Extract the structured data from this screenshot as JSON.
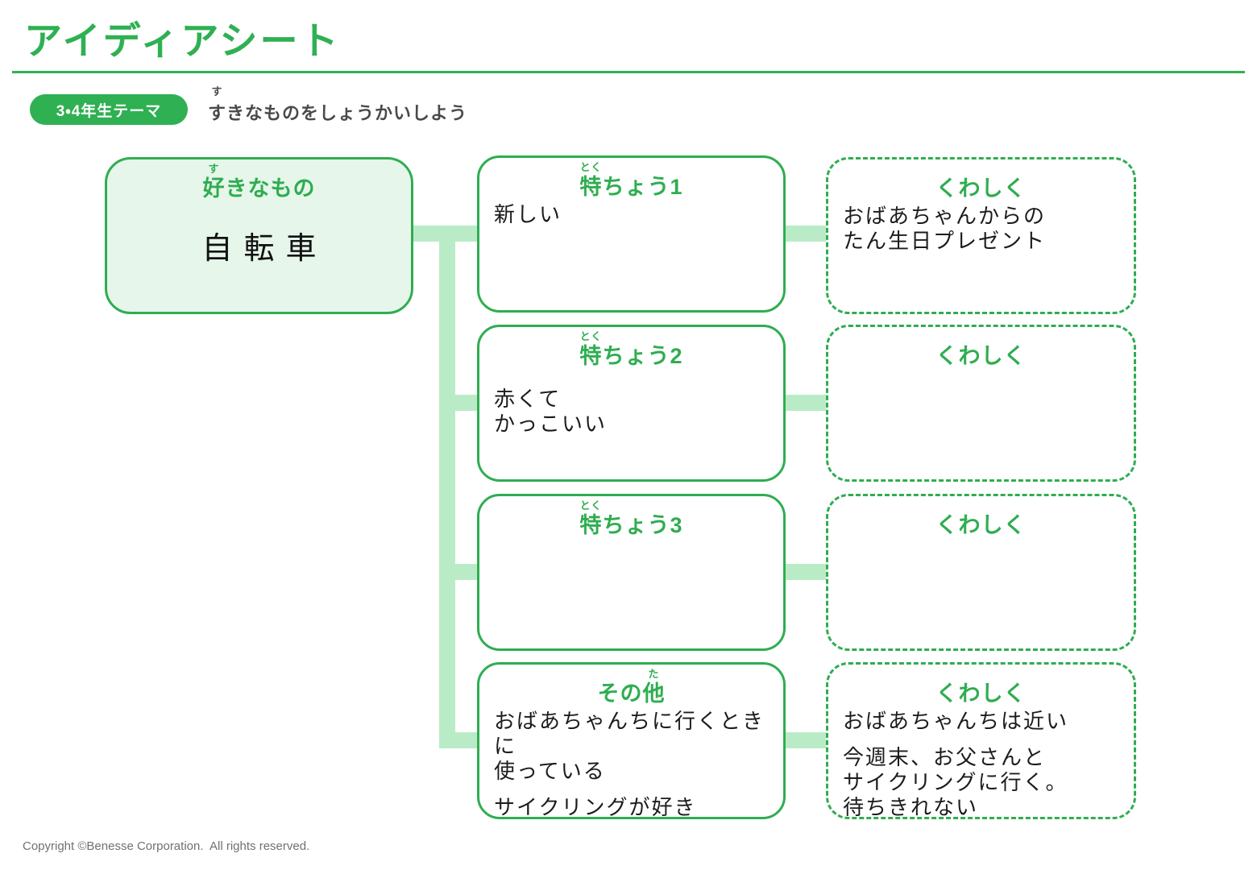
{
  "page": {
    "title": "アイディアシート",
    "copyright": "Copyright ©Benesse Corporation.  All rights reserved."
  },
  "theme": {
    "badge_label": "3・4年生テーマ",
    "subtitle": {
      "pre": "",
      "ruby_text": "す",
      "ruby_base": "す",
      "post": "きなものをしょうかいしよう"
    }
  },
  "colors": {
    "accent_green": "#2fad51",
    "badge_green": "#2fb052",
    "connector_pale_green": "#b9ecc6",
    "main_box_fill": "#e6f6ea",
    "content_text": "#1c1c1c",
    "subtitle_gray": "#4a4a4a"
  },
  "main_box": {
    "title": {
      "pre": "",
      "ruby_text": "す",
      "ruby_base": "好",
      "post": "きなもの"
    },
    "value": "自転車"
  },
  "features": [
    {
      "title": {
        "pre": "",
        "ruby_text": "とく",
        "ruby_base": "特",
        "post": "ちょう1"
      },
      "para1": "新しい",
      "para2": ""
    },
    {
      "title": {
        "pre": "",
        "ruby_text": "とく",
        "ruby_base": "特",
        "post": "ちょう2"
      },
      "para1": "赤くて\nかっこいい",
      "para2": ""
    },
    {
      "title": {
        "pre": "",
        "ruby_text": "とく",
        "ruby_base": "特",
        "post": "ちょう3"
      },
      "para1": "",
      "para2": ""
    },
    {
      "title": {
        "pre": "その",
        "ruby_text": "た",
        "ruby_base": "他",
        "post": ""
      },
      "para1": "おばあちゃんちに行くときに\n使っている",
      "para2": "サイクリングが好き"
    }
  ],
  "details": [
    {
      "title": "くわしく",
      "para1": "おばあちゃんからの\nたん生日プレゼント",
      "para2": ""
    },
    {
      "title": "くわしく",
      "para1": "",
      "para2": ""
    },
    {
      "title": "くわしく",
      "para1": "",
      "para2": ""
    },
    {
      "title": "くわしく",
      "para1": "おばあちゃんちは近い",
      "para2": "今週末、お父さんと\nサイクリングに行く。\n待ちきれない"
    }
  ]
}
